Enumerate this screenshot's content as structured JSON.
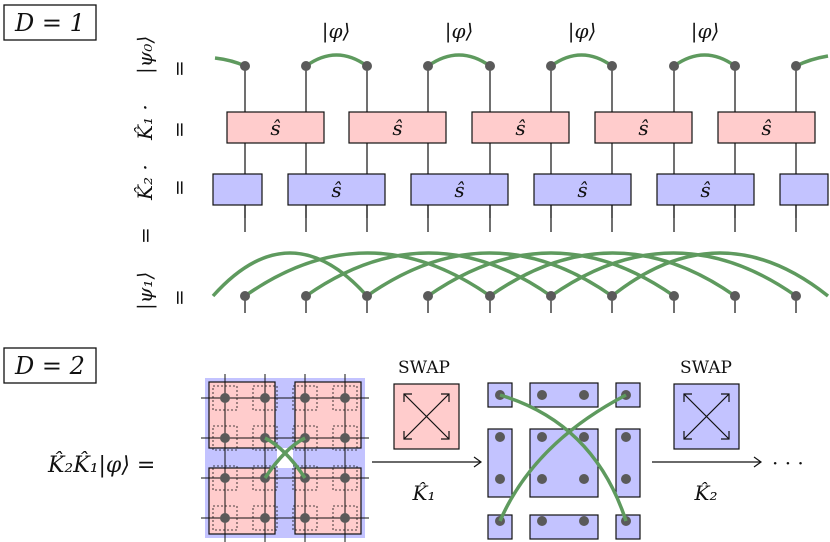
{
  "top_section": {
    "box_label": "D = 1",
    "phi_label": "|φ⟩",
    "gate_label": "ŝ",
    "row_labels": {
      "row1": "|ψ₀⟩",
      "row1_eq": "=",
      "row2": "K̂₁ ·",
      "row2_eq": "=",
      "row3": "K̂₂ ·",
      "row3_eq": "=",
      "row_mid_eq": "=",
      "row4": "|ψ₁⟩",
      "row4_eq": "="
    }
  },
  "bottom_section": {
    "box_label": "D = 2",
    "lhs": "K̂₂K̂₁|φ⟩ =",
    "swap1_label": "SWAP",
    "k1_label": "K̂₁",
    "swap2_label": "SWAP",
    "k2_label": "K̂₂",
    "ellipsis": "· · ·"
  },
  "colors": {
    "pink": "#ffcccc",
    "blue": "#c3c3ff",
    "green": "#5e9a5e",
    "dot": "#5a5a5a"
  }
}
